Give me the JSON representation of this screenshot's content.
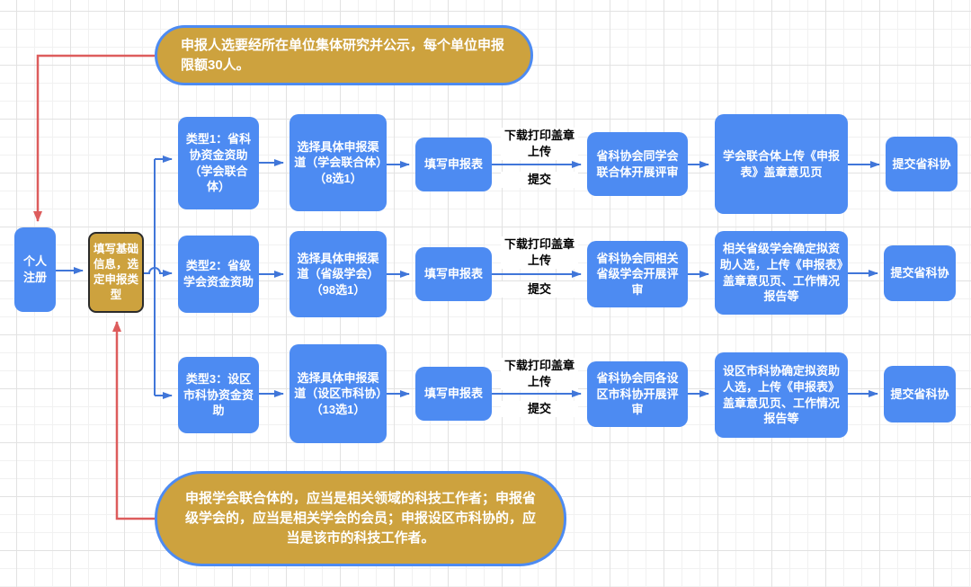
{
  "diagram": {
    "top_note": "申报人选要经所在单位集体研究并公示，每个单位申报限额30人。",
    "bottom_note": "申报学会联合体的，应当是相关领域的科技工作者；申报省级学会的，应当是相关学会的会员；申报设区市科协的，应当是该市的科技工作者。",
    "start_node": "个人注册",
    "base_info_node": "填写基础信息，选定申报类型",
    "edge_labels": {
      "upload": "下载打印盖章上传",
      "submit": "提交"
    },
    "rows": [
      {
        "type": "类型1：省科协资金资助（学会联合体）",
        "channel": "选择具体申报渠道（学会联合体）（8选1）",
        "form": "填写申报表",
        "review": "省科协会同学会联合体开展评审",
        "upload": "学会联合体上传《申报表》盖章意见页",
        "submit": "提交省科协"
      },
      {
        "type": "类型2：省级学会资金资助",
        "channel": "选择具体申报渠道（省级学会）（98选1）",
        "form": "填写申报表",
        "review": "省科协会同相关省级学会开展评审",
        "upload": "相关省级学会确定拟资助人选，上传《申报表》盖章意见页、工作情况报告等",
        "submit": "提交省科协"
      },
      {
        "type": "类型3：设区市科协资金资助",
        "channel": "选择具体申报渠道（设区市科协）（13选1）",
        "form": "填写申报表",
        "review": "省科协会同各设区市科协开展评审",
        "upload": "设区市科协确定拟资助人选，上传《申报表》盖章意见页、工作情况报告等",
        "submit": "提交省科协"
      }
    ],
    "colors": {
      "node_blue": "#4d8bf2",
      "gold": "#cda23e",
      "connector_blue": "#4076d9",
      "annotation_red": "#dd5c5c"
    }
  }
}
